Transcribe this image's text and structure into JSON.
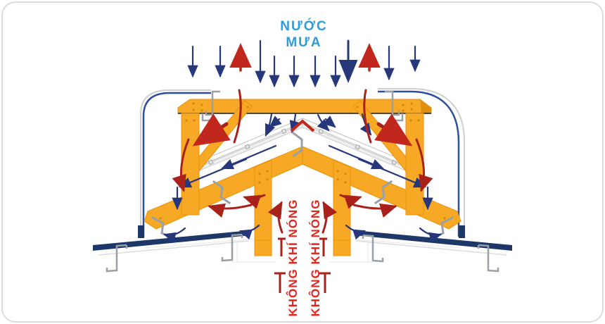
{
  "title": {
    "line1": "NƯỚC",
    "line2": "MƯA"
  },
  "hot_air": {
    "label_left": "KHÔNG KHÍ NÓNG",
    "label_right": "KHÔNG KHÍ NÓNG"
  },
  "colors": {
    "card_border": "#dbdbdb",
    "title_blue": "#2d9cdb",
    "steel_yellow": "#f7a824",
    "steel_yellow_edge": "#e8920a",
    "steel_yellow_dark": "#de8f10",
    "rain_navy": "#26387b",
    "hot_red": "#a9211b",
    "hot_red_bright": "#c1271d",
    "hot_label_red": "#dd2720",
    "roof_navy": "#1d3769",
    "flashing_blue": "#2e4e9e",
    "bracket_gray": "#9aa0a6",
    "panel_gray": "#bfbfbf"
  },
  "arrow_groups": {
    "rain_down": {
      "icon": "arrow-down-icon",
      "color": "#26387b",
      "count": 10
    },
    "hot_air_up": {
      "icon": "arrow-up-icon",
      "color": "#c1271d",
      "count": 2
    },
    "hot_air_curved": {
      "icon": "curved-arrow-icon",
      "color": "#a9211b"
    },
    "water_flow_on_shield": {
      "icon": "arrow-diagonal-icon",
      "color": "#26387b"
    }
  }
}
